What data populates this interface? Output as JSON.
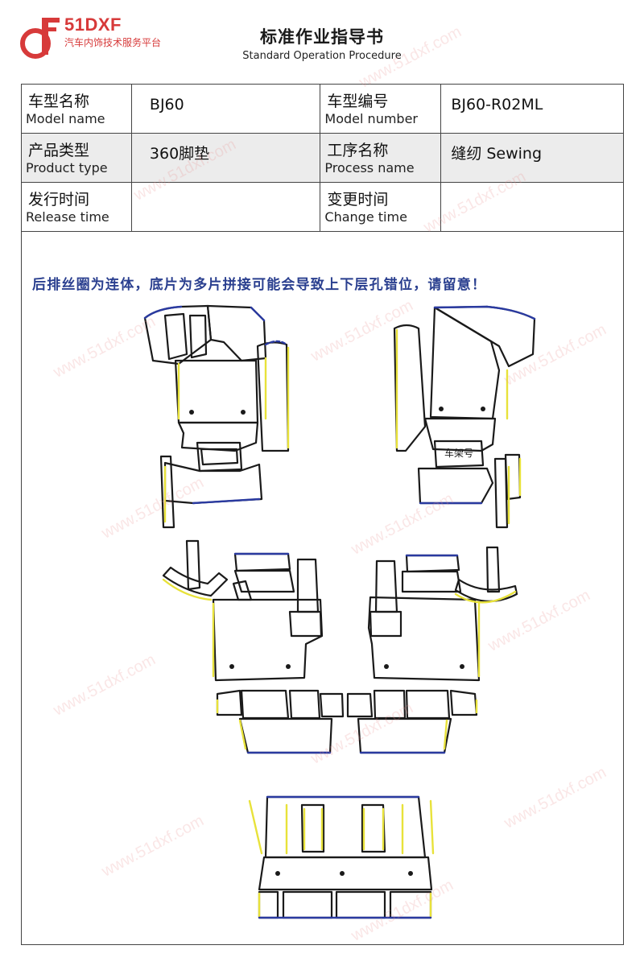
{
  "logo": {
    "brand": "51DXF",
    "tagline": "汽车内饰技术服务平台"
  },
  "header": {
    "title": "标准作业指导书",
    "subtitle": "Standard Operation Procedure"
  },
  "info_table": {
    "rows": [
      {
        "label1_cn": "车型名称",
        "label1_en": "Model name",
        "value1": "BJ60",
        "label2_cn": "车型编号",
        "label2_en": "Model number",
        "value2": "BJ60-R02ML"
      },
      {
        "label1_cn": "产品类型",
        "label1_en": "Product type",
        "value1": "360脚垫",
        "label2_cn": "工序名称",
        "label2_en": "Process name",
        "value2": "缝纫 Sewing"
      },
      {
        "label1_cn": "发行时间",
        "label1_en": "Release time",
        "value1": "",
        "label2_cn": "变更时间",
        "label2_en": "Change time",
        "value2": ""
      }
    ]
  },
  "drawing": {
    "notice": "后排丝圈为连体，底片为多片拼接可能会导致上下层孔错位，请留意！",
    "vin_label": "车架号",
    "watermark": "www.51dxf.com",
    "colors": {
      "outline": "#1a1a1a",
      "edge_yellow": "#e8e23a",
      "edge_blue": "#2a3aa0"
    }
  }
}
